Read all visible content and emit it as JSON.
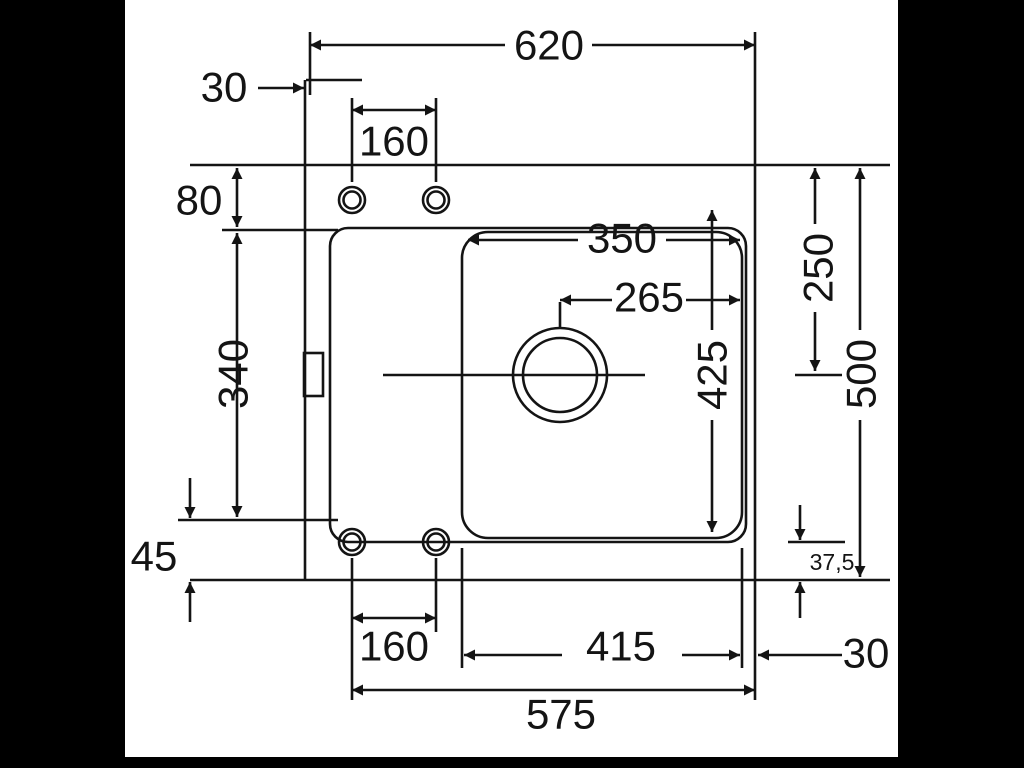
{
  "page": {
    "background": "#ffffff",
    "bar_color": "#000000",
    "line_color": "#141414"
  },
  "drawing": {
    "type": "technical-dimension-drawing",
    "subject": "kitchen sink top view with dimensions",
    "dimensions": {
      "overall_width": "620",
      "left_offset_top": "30",
      "hole_spacing_top": "160",
      "edge_to_holes": "80",
      "holes_vertical_span": "340",
      "left_offset_bottom": "45",
      "bowl_top_width": "350",
      "drain_to_edge": "265",
      "bowl_length": "425",
      "edge_to_drain": "250",
      "overall_depth": "500",
      "bowl_to_bottom_edge": "37,5",
      "hole_spacing_bottom": "160",
      "bowl_bottom_width": "415",
      "right_offset_bottom": "30",
      "mounting_span": "575"
    }
  }
}
